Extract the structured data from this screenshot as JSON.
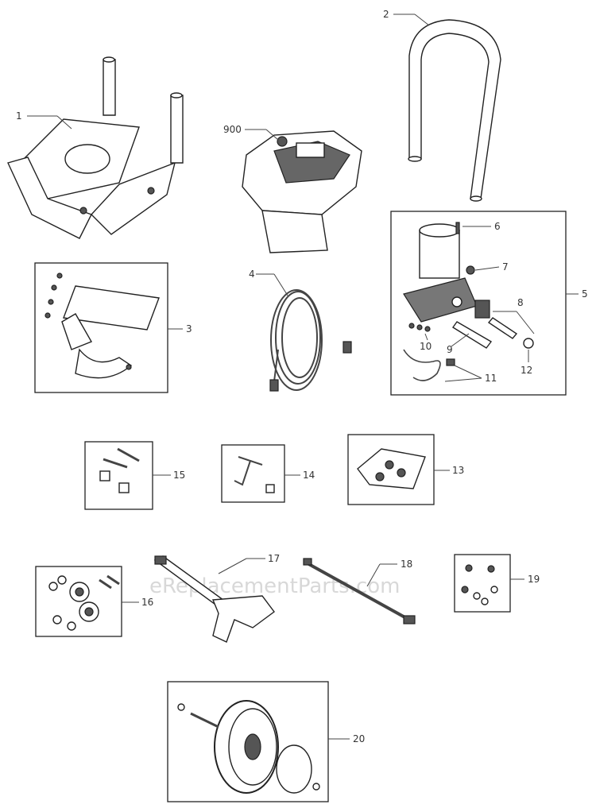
{
  "watermark": "eReplacementParts.com",
  "callouts": {
    "c1": "1",
    "c2": "2",
    "c3": "3",
    "c4": "4",
    "c5": "5",
    "c6": "6",
    "c7": "7",
    "c8": "8",
    "c9": "9",
    "c10": "10",
    "c11": "11",
    "c12": "12",
    "c13": "13",
    "c14": "14",
    "c15": "15",
    "c16": "16",
    "c17": "17",
    "c18": "18",
    "c19": "19",
    "c20": "20",
    "c900": "900"
  }
}
